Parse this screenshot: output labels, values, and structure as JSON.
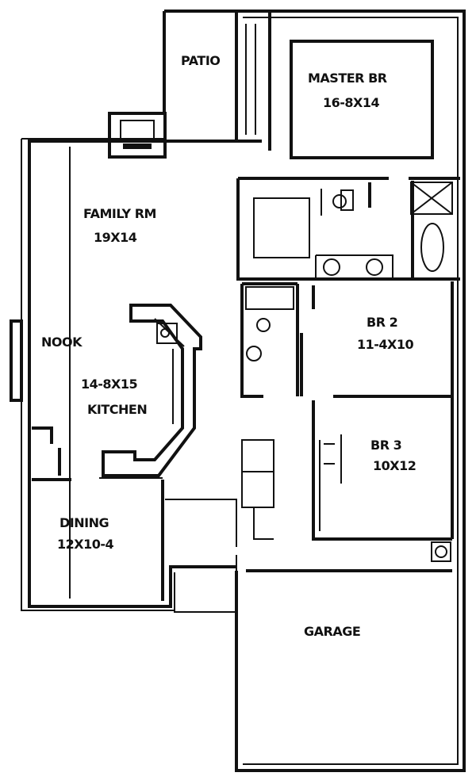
{
  "title": "House floor plan",
  "rooms": {
    "patio": {
      "name": "PATIO"
    },
    "master": {
      "name": "MASTER BR",
      "size": "16-8X14"
    },
    "family": {
      "name": "FAMILY RM",
      "size": "19X14"
    },
    "nook": {
      "name": "NOOK"
    },
    "kitchen": {
      "name": "KITCHEN",
      "size": "14-8X15"
    },
    "br2": {
      "name": "BR 2",
      "size": "11-4X10"
    },
    "br3": {
      "name": "BR 3",
      "size": "10X12"
    },
    "dining": {
      "name": "DINING",
      "size": "12X10-4"
    },
    "garage": {
      "name": "GARAGE"
    }
  },
  "colors": {
    "ink": "#111111",
    "paper": "#ffffff"
  }
}
